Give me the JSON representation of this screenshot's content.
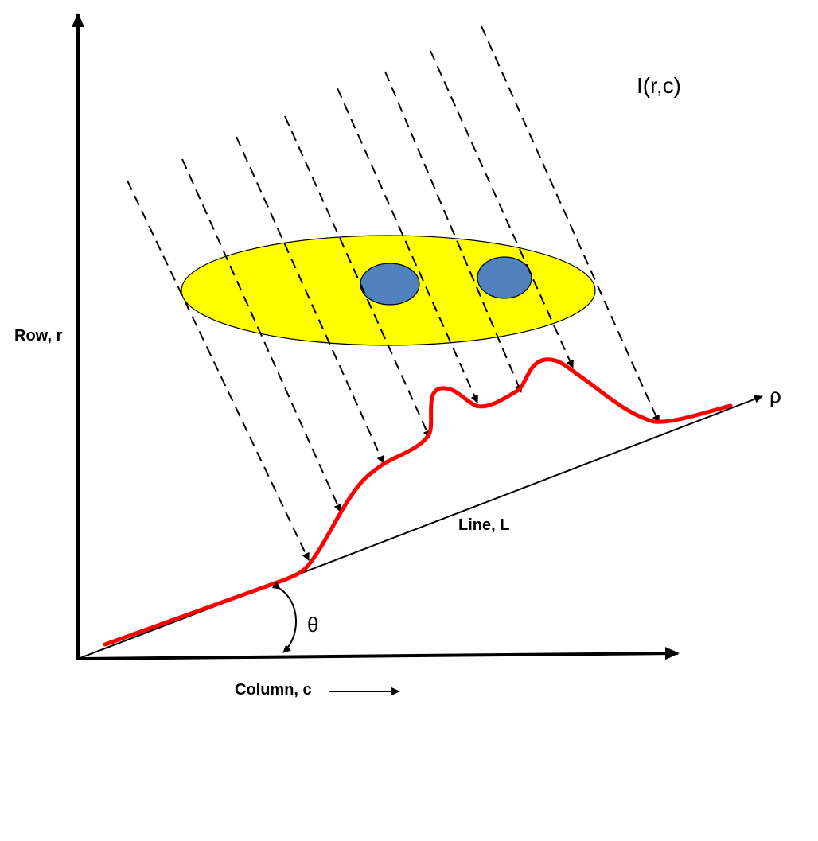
{
  "labels": {
    "image_function": "I(r,c)",
    "row_axis": "Row, r",
    "column_axis": "Column, c",
    "line": "Line, L",
    "rho": "ρ",
    "theta": "θ"
  },
  "colors": {
    "ellipse_fill": "#ffff00",
    "blob_fill": "#4f81bd",
    "profile_stroke": "#ff0000",
    "lines": "#000000"
  }
}
